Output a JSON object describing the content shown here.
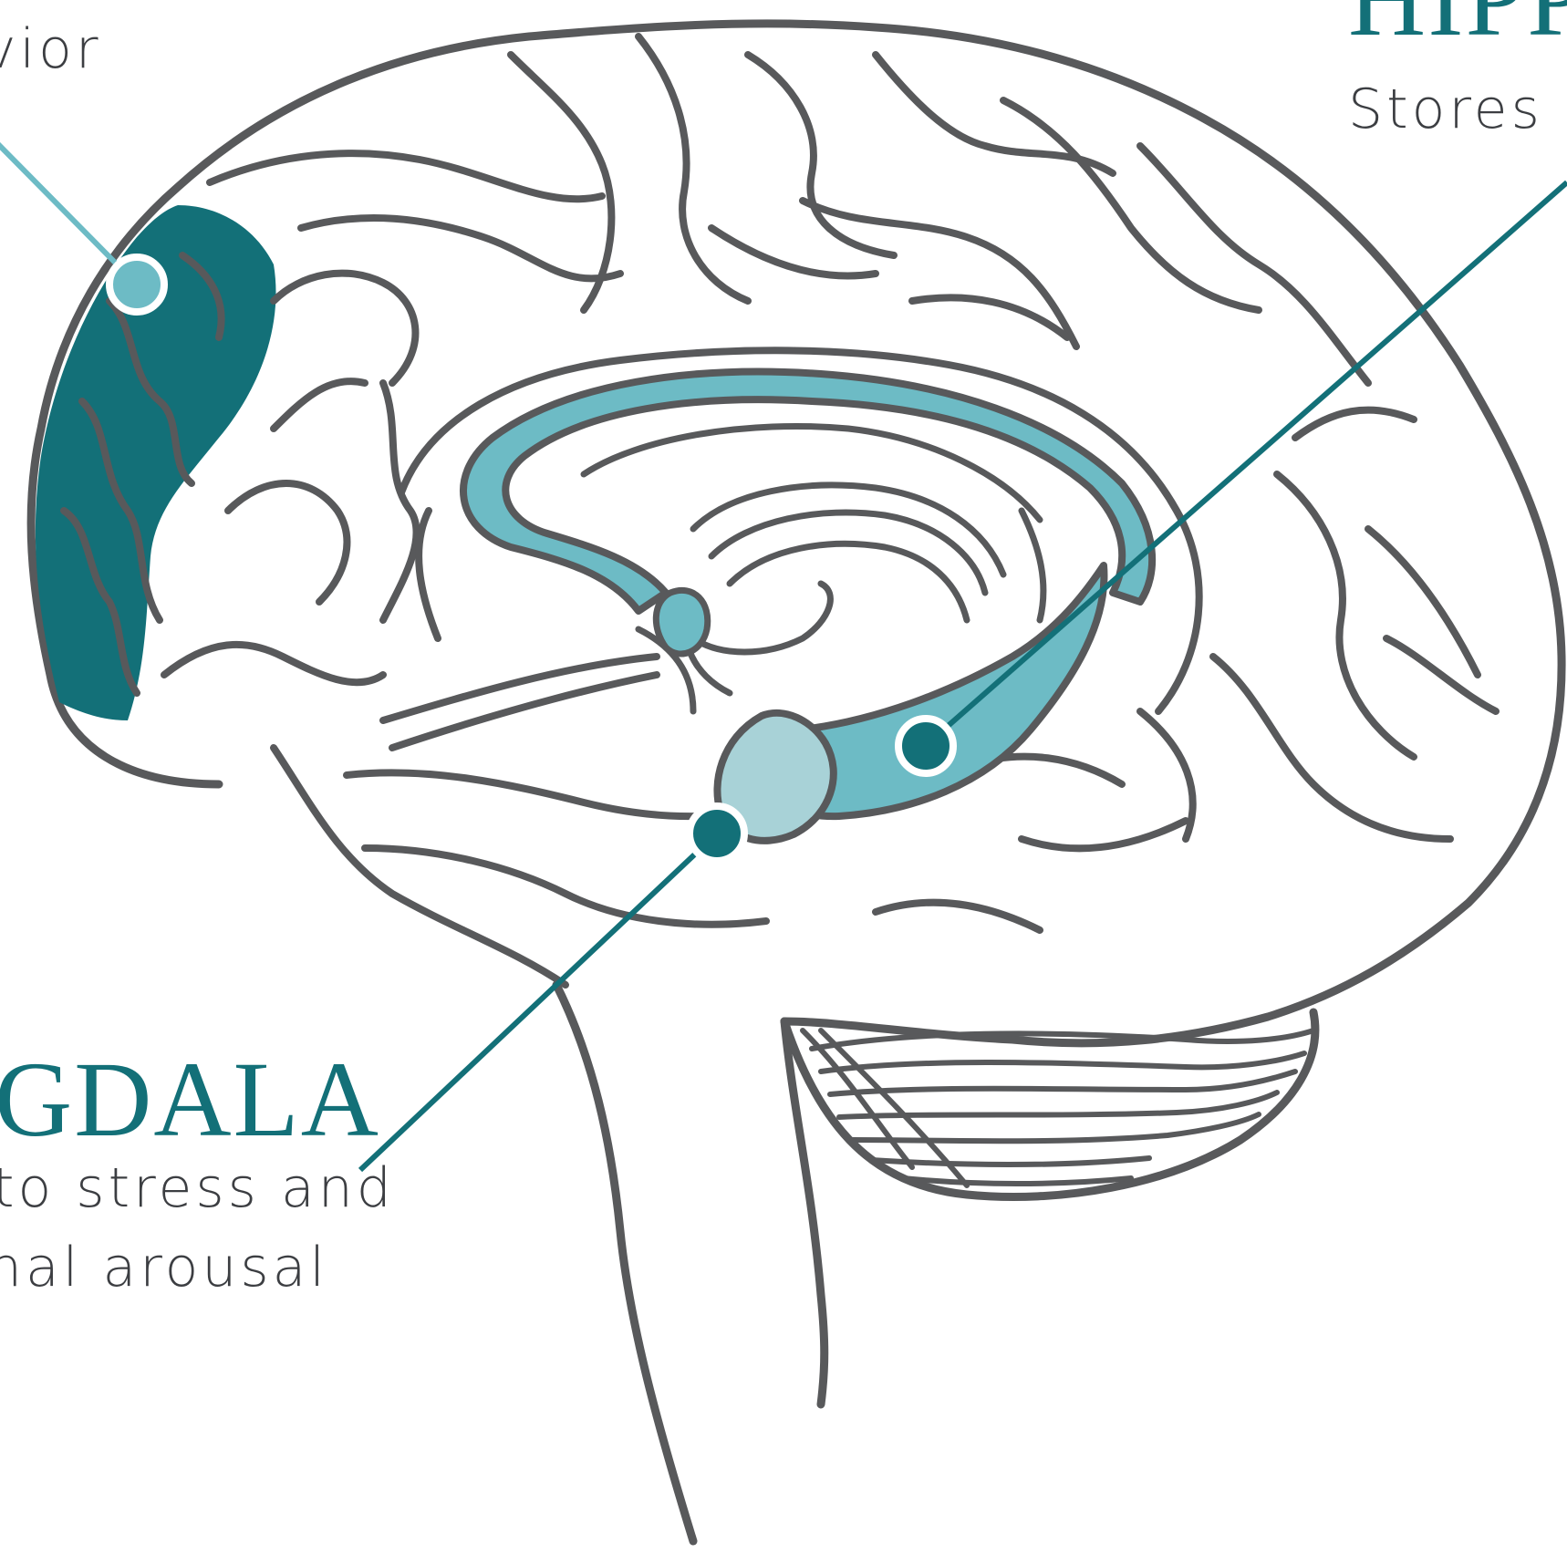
{
  "colors": {
    "outline": "#58595b",
    "prefrontal_fill": "#137078",
    "hippocampus_fill": "#6dbbc5",
    "amygdala_fill": "#a8d2d7",
    "leader_light": "#6dbbc5",
    "leader_dark": "#137078",
    "label_title": "#137078",
    "label_text": "#3c3e42"
  },
  "labels": {
    "prefrontal": {
      "desc_fragment": "vior"
    },
    "hippocampus": {
      "title_fragment": "HIPP",
      "desc_fragment": "Stores l"
    },
    "amygdala": {
      "title_fragment": "GDALA",
      "desc_line1": "to stress and",
      "desc_line2": "nal arousal"
    }
  }
}
